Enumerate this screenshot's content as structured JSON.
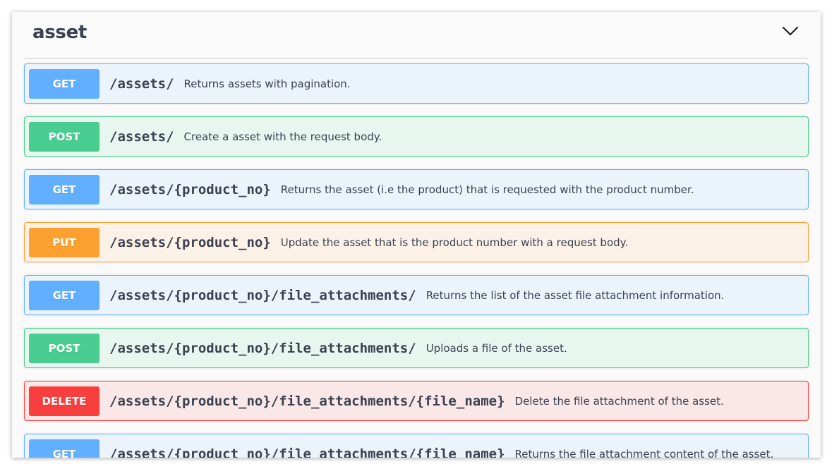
{
  "tag": {
    "title": "asset",
    "toggle_icon": "chevron-down-icon"
  },
  "operations": [
    {
      "method": "GET",
      "path": "/assets/",
      "summary": "Returns assets with pagination."
    },
    {
      "method": "POST",
      "path": "/assets/",
      "summary": "Create a asset with the request body."
    },
    {
      "method": "GET",
      "path": "/assets/{product_no}",
      "summary": "Returns the asset (i.e the product) that is requested with the product number."
    },
    {
      "method": "PUT",
      "path": "/assets/{product_no}",
      "summary": "Update the asset that is the product number with a request body."
    },
    {
      "method": "GET",
      "path": "/assets/{product_no}/file_attachments/",
      "summary": "Returns the list of the asset file attachment information."
    },
    {
      "method": "POST",
      "path": "/assets/{product_no}/file_attachments/",
      "summary": "Uploads a file of the asset."
    },
    {
      "method": "DELETE",
      "path": "/assets/{product_no}/file_attachments/{file_name}",
      "summary": "Delete the file attachment of the asset."
    },
    {
      "method": "GET",
      "path": "/assets/{product_no}/file_attachments/{file_name}",
      "summary": "Returns the file attachment content of the asset."
    }
  ],
  "colors": {
    "get": "#61affe",
    "post": "#49cc90",
    "put": "#fca130",
    "delete": "#f93e3e",
    "text": "#3b4151"
  }
}
